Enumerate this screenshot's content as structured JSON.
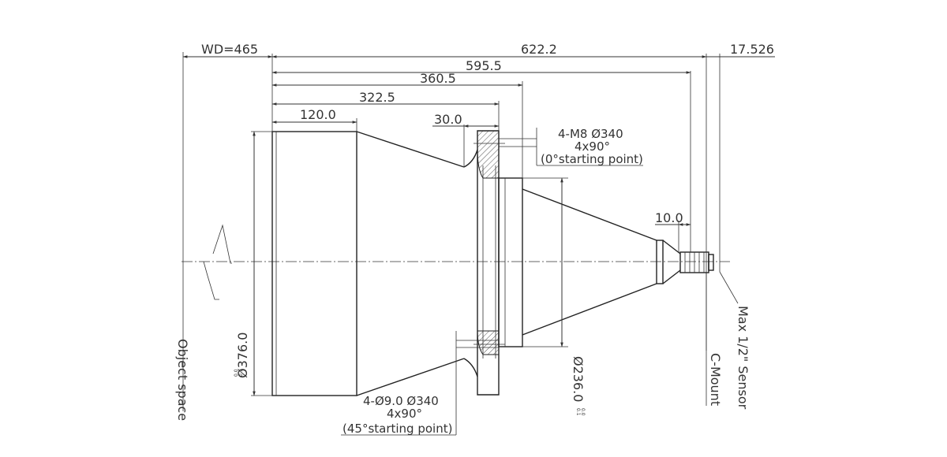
{
  "dimensions": {
    "wd": "WD=465",
    "d622": "622.2",
    "d17": "17.526",
    "d595": "595.5",
    "d360": "360.5",
    "d322": "322.5",
    "d120": "120.0",
    "d30": "30.0",
    "d10": "10.0",
    "dia376": "Ø376.0",
    "dia376_tol_top": "0.0",
    "dia376_tol_bottom": "0.1",
    "dia236": "Ø236.0",
    "dia236_tol_top": "0.0",
    "dia236_tol_bottom": "0.1"
  },
  "notes": {
    "top_thread": [
      "4-M8 Ø340",
      "4x90°",
      "(0°starting point)"
    ],
    "bottom_hole": [
      "4-Ø9.0  Ø340",
      "4x90°",
      "(45°starting point)"
    ]
  },
  "labels": {
    "object_space": "Object space",
    "c_mount": "C-Mount",
    "sensor": "Max 1/2\" Sensor"
  }
}
